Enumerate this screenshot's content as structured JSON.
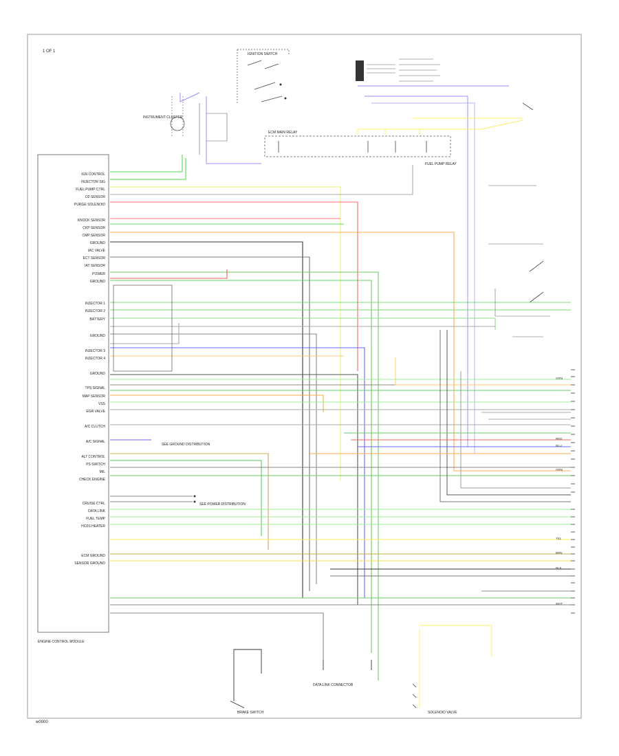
{
  "diagram": {
    "corner_tag": "1 OF 1",
    "page_code": "w0000",
    "components": {
      "ignition_switch": "IGNITION SWITCH",
      "instrument_cluster": "INSTRUMENT CLUSTER",
      "engine_control_module": "ENGINE CONTROL MODULE",
      "fuel_pump_relay": "FUEL PUMP RELAY",
      "ecm_main_relay": "ECM MAIN RELAY",
      "data_link_connector": "DATA LINK CONNECTOR",
      "brake_switch": "BRAKE SWITCH",
      "solenoid_valve": "SOLENOID VALVE"
    },
    "ecm_pins": [
      "IGN CONTROL",
      "INJECTOR SIG",
      "FUEL PUMP CTRL",
      "O2 SENSOR",
      "PURGE SOLENOID",
      "KNOCK SENSOR",
      "CKP SENSOR",
      "CMP SENSOR",
      "GROUND",
      "IAC VALVE",
      "ECT SENSOR",
      "IAT SENSOR",
      "POWER",
      "GROUND",
      "INJECTOR 1",
      "INJECTOR 2",
      "BATTERY",
      "GROUND",
      "INJECTOR 3",
      "INJECTOR 4",
      "GROUND",
      "TPS SIGNAL",
      "MAP SENSOR",
      "VSS",
      "EGR VALVE",
      "A/C CLUTCH",
      "A/C SIGNAL",
      "ALT CONTROL",
      "PS SWITCH",
      "MIL",
      "CHECK ENGINE",
      "CRUISE CTRL",
      "DATA LINK",
      "FUEL TEMP",
      "HO2S HEATER",
      "ECM GROUND",
      "SENSOR GROUND"
    ],
    "wire_colors": [
      "GRN",
      "RED",
      "YEL",
      "BLU",
      "BLK",
      "BRN",
      "WHT",
      "ORN"
    ],
    "notes": [
      "SEE GROUND DISTRIBUTION",
      "SEE POWER DISTRIBUTION"
    ]
  }
}
